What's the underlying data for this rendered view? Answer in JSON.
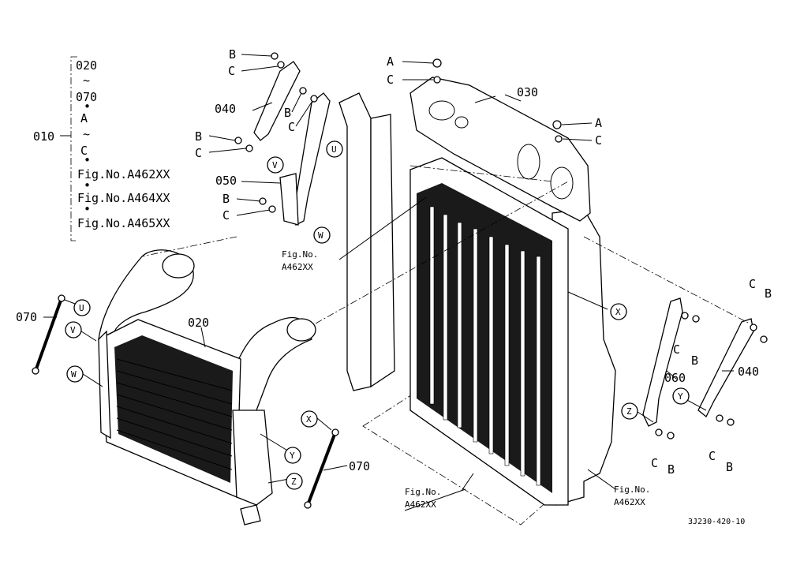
{
  "legend": {
    "group_label": "010",
    "lines": [
      "020",
      "~",
      "070",
      "•",
      "A",
      "~",
      "C",
      "•",
      "Fig.No.A462XX",
      "•",
      "Fig.No.A464XX",
      "•",
      "Fig.No.A465XX"
    ]
  },
  "parts": {
    "p020": "020",
    "p030": "030",
    "p040a": "040",
    "p040b": "040",
    "p050": "050",
    "p060": "060",
    "p070a": "070",
    "p070b": "070"
  },
  "fasteners": {
    "A": "A",
    "B": "B",
    "C": "C"
  },
  "refs": {
    "U": "U",
    "V": "V",
    "W": "W",
    "X": "X",
    "Y": "Y",
    "Z": "Z"
  },
  "fig_refs": {
    "fig_no": "Fig.No.",
    "a462": "A462XX"
  },
  "sheet_code": "3J230-420-10"
}
